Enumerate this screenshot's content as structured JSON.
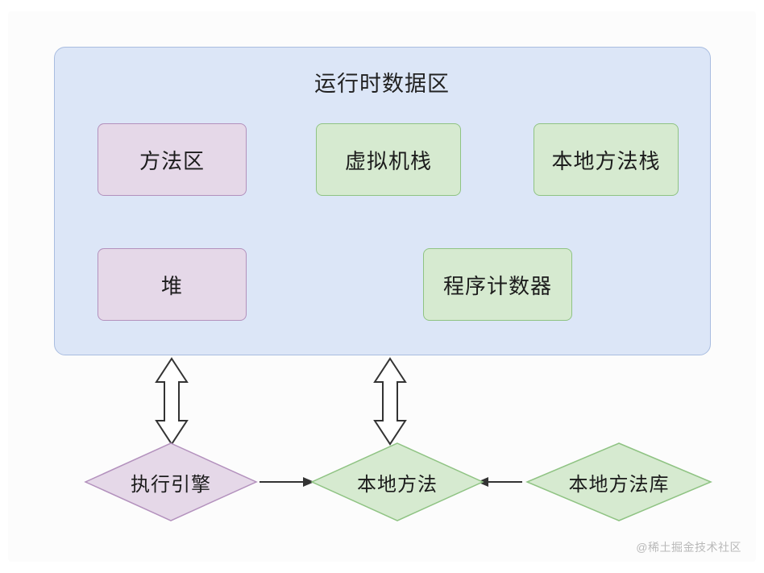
{
  "diagram": {
    "title": "运行时数据区",
    "runtime_nodes": [
      {
        "id": "method-area",
        "label": "方法区",
        "color": "#e5d8e8"
      },
      {
        "id": "vm-stack",
        "label": "虚拟机栈",
        "color": "#d6ead0"
      },
      {
        "id": "native-method-stack",
        "label": "本地方法栈",
        "color": "#d6ead0"
      },
      {
        "id": "heap",
        "label": "堆",
        "color": "#e5d8e8"
      },
      {
        "id": "program-counter",
        "label": "程序计数器",
        "color": "#d6ead0"
      }
    ],
    "bottom_nodes": [
      {
        "id": "execution-engine",
        "label": "执行引擎",
        "color": "#e5d8e8"
      },
      {
        "id": "native-method",
        "label": "本地方法",
        "color": "#d6ead0"
      },
      {
        "id": "native-method-library",
        "label": "本地方法库",
        "color": "#d6ead0"
      }
    ],
    "colors": {
      "runtime_fill": "#dce6f7",
      "runtime_stroke": "#a9bde0",
      "purple_fill": "#e5d8e8",
      "purple_stroke": "#b391bd",
      "green_fill": "#d6ead0",
      "green_stroke": "#8fc383",
      "arrow_stroke": "#333333"
    }
  },
  "watermark": "@稀土掘金技术社区"
}
